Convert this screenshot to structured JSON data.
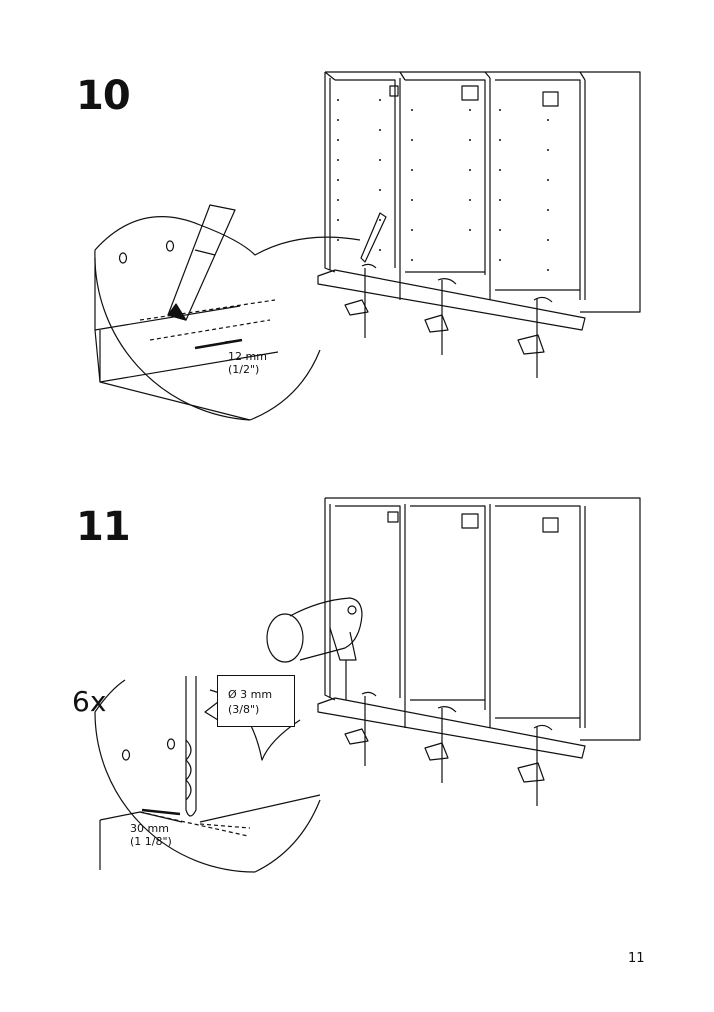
{
  "steps": [
    {
      "number": "10",
      "measure_line1": "12 mm",
      "measure_line2": "(1/2\")"
    },
    {
      "number": "11",
      "count": "6x",
      "drill_line1": "Ø 3 mm",
      "drill_line2": "(3/8\")",
      "measure_line1": "30 mm",
      "measure_line2": "(1 1/8\")"
    }
  ],
  "page_number": "11",
  "icons": [
    "pencil-icon",
    "drill-icon",
    "clamp-icon",
    "cabinet-illustration",
    "drill-bit-icon"
  ],
  "colors": {
    "ink": "#111111",
    "paper": "#ffffff"
  }
}
